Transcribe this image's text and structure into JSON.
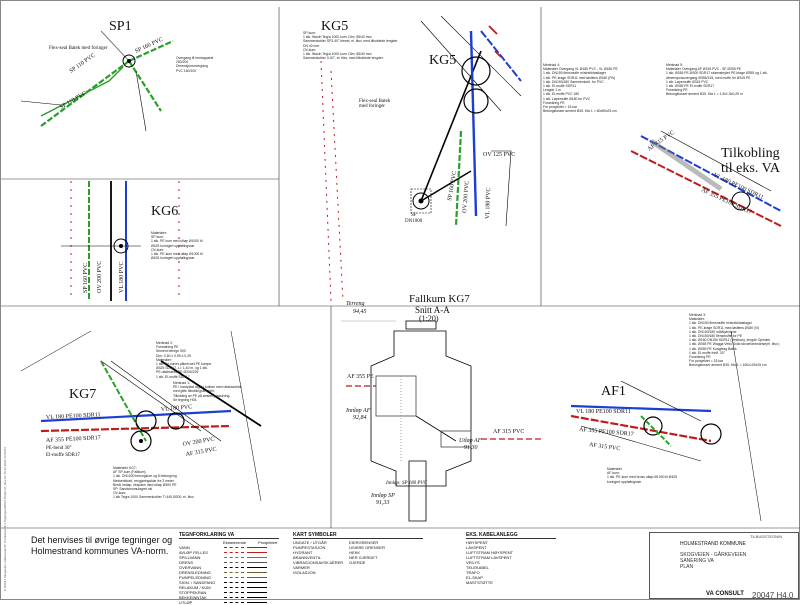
{
  "drawing": {
    "labels": {
      "sp1": "SP1",
      "kg5": "KG5",
      "kg5_inner": "KG5",
      "kg6": "KG6",
      "kg7": "KG7",
      "af1": "AF1",
      "tilkobling": "Tilkobling til eks. VA",
      "fallkum_title": "Fallkum KG7",
      "fallkum_sub1": "Snitt A-A",
      "fallkum_sub2": "(1:20)",
      "terreng": "Terreng",
      "terreng_val": "94,45",
      "innlop_af": "Innløp AF",
      "innlop_af_val": "92,84",
      "innlop_sp": "Innløp SP",
      "innlop_sp_val": "91,33",
      "utlop_af": "Utløp AF",
      "utlop_af_val": "91,30",
      "af355pe": "AF 355 PE",
      "af315pvc": "AF 315 PVC",
      "innlop_sp180": "Innløp: SP 180 PVC",
      "pipe_sp110pvc": "SP 110 PVC",
      "pipe_sp160pvc": "SP 160 PVC",
      "pipe_vl180pvc": "VL 180 PVC",
      "pipe_ov200pvc": "OV 200 PVC",
      "pipe_vl180pe": "VL 180 PE100 SDR11",
      "pipe_af355pe": "AF 355 PE100 SDR17",
      "pipe_af315pvc": "AF 315 PVC",
      "pipe_ov125pvc": "OV 125 PVC",
      "flexseal": "Flex-seal Batek med foringer",
      "sf": "SF",
      "sf_dn": "DN1000",
      "pe_bend": "PE-bend 30°",
      "ei_muffe": "El-muffe SDR17"
    },
    "notes": {
      "sp1_note": [
        "Overgang til hentapparat",
        "250/200",
        "Dimensjonsovergang",
        "PVC 160/100"
      ],
      "kg5_note": [
        "SP-kum:",
        "1 stk. Wavin Tegra 1000 kum. Dim. 85/40 mm.",
        "Sammenkobler SP3-40° bleset, el. tilsv. med tilkoblede lengder.",
        "DN 40 mm.",
        "OV-kum:",
        "1 stk. Wavin Tegra 1000 kum. Dim. 85/40 mm.",
        "Sammenkobler 0-40°, el. tilsv. med tilkoblede lengder."
      ],
      "kg6_note": [
        "Materialer:",
        "SP-kum:",
        "1 stk. PE kum med utløp Ø1000 til",
        "Ø425 koringert uppfølingsrør.",
        "OV-kum:",
        "1 stk. PE-kum med utløp Ø1000 til",
        "Ø425 koringert uppfølingsrør."
      ],
      "kg7_note": [
        "Merknad 2:",
        "Formalning PE",
        "Sement beregn 500",
        "Dim: 0,50 x 0,95 x 0,25",
        "Materialer:",
        "1 stk. Pe-nøvet påkrevnet PE kumpe",
        "Ø325 SDR17, L= 1,40 m, og 1 stk.",
        "PE-uttakskrav PE Ø200/225",
        "1 stk. El-muffe SDR17"
      ],
      "kg7_note2": [
        "Merknad 1:",
        "PE i hardplast laget i kolben med uttakssektor",
        "med gitte tilkoblingslengder.",
        "Tilkobling av PE på ønsket plassering.",
        "Se tegning H04."
      ],
      "top_right_1": [
        "Merknad 4:",
        "Materialer Overgang VL Ø180 PVC - VL Ø180 PE",
        "1 stk. DN150 flensmuffe m/strekkfastlager",
        "1 stk. PE-krage SDR11 med løsflens Ø180 (PN)",
        "1 stk. DN150/180 Sammenkobl. for PVC",
        "1 stk. El-muffe SDR11",
        "Lengde 1 m",
        "1 stk. El-muffe PVC 180",
        "1 stk. Løpemuffe Ø180 for PVC",
        "Forankring PE",
        "For prosjektet = 15 kar",
        "Betongklosser arment B35. Kfa 1 = 60x80x25 cm"
      ],
      "top_right_2": [
        "Merknad 5:",
        "Materialer Overgang AF Ø315 PVC - SF Ø355 PE",
        "1 stk. Ø355 PE-Ø300 SDR17 strømsbrytet PE-krage Ø355 og 1 stk.",
        "dimensjonsovergang Ø355/315, med muffe for Ø315 PE",
        "1 stk. Løpemuffe Ø315 PVC",
        "1 stk. Ø355 PE El-muffe SDR17",
        "Forankring PE",
        "Betongklosser arment B35. Kfa 1 = 1,5x1,5x0,25 m"
      ],
      "af1_note": [
        "Merknad 3:",
        "Materialer:",
        "1 stk. DN150 flensmuffe m/strekkfastlager",
        "1 stk. PE-krage SDR11 med løsflens Ø180 (N)",
        "1 stk. DN150/180 mål/kjør/dyne",
        "1 stk. DN150/180 flensmuffe for PE",
        "1 stk. Ø160 DN150 SDR11 (Vestkan), lengde Opmøre",
        "1 stk. Ø355 PE Wagga Vetlu Solid skrueforbindelse(el. tilsv.)",
        "1 stk. Ø355 PE Kuagelag Batek",
        "1 stk. El-muffe Innlf. 30°",
        "Forankring PE",
        "For prosjektet = 15 kar",
        "Betongklosser arment B35. Kfa 1 = 160x100x25 cm"
      ],
      "af1_materialer": [
        "Materialer",
        "AF-kum:",
        "1 stk. PE-kum med bross utløp Ø1000 til Ø425",
        "koringert uppfølingsrør"
      ],
      "sp_bottom_note": [
        "Materialer KG7:",
        "AF SP-kum (Fallkum):",
        "1 stk. DN1000 betongkum og 8 betongring",
        "Nedsenkbart, rengjøringsklar fra 2 meter",
        "Bredt innløp, ekspans med utløp Ø300 PE",
        "SP: Sandsmumulagret nsl",
        "OV-kum:",
        "1 stk Tegra 1000 Sammenkobler Tl 445 Ø200, el. tilsv."
      ]
    }
  },
  "bottom_note": {
    "line1": "Det henvises til øvrige tegninger og",
    "line2": "Holmestrand kommunes VA-norm."
  },
  "legend_va": {
    "title": "TEGNFORKLARING VA",
    "col_headers": [
      "Eksisterende",
      "Prosjektert"
    ],
    "rows": [
      {
        "label": "VANN",
        "color": "#1d3fd1"
      },
      {
        "label": "AVLØP FELLES",
        "color": "#c21b1b"
      },
      {
        "label": "SPILLVANN",
        "color": "#2aa02a"
      },
      {
        "label": "DRENS",
        "color": "#555555"
      },
      {
        "label": "OVERVANN",
        "color": "#000000"
      },
      {
        "label": "DRENSLEDNING",
        "color": "#7a5a2a"
      },
      {
        "label": "PUMPELEDNING",
        "color": "#8a2be2"
      },
      {
        "label": "SIGN. / SANDFANG",
        "color": "#000000"
      },
      {
        "label": "RELAKUM / KUM",
        "color": "#000000"
      },
      {
        "label": "STOPPEKRAN",
        "color": "#000000"
      },
      {
        "label": "BEKKEINNTAK",
        "color": "#000000"
      },
      {
        "label": "UTLØP",
        "color": "#000000"
      }
    ]
  },
  "legend_kart": {
    "title": "KART SYMBOLER",
    "rows": [
      "UNGATE / UTGÅR",
      "PUMPESTASJON",
      "HYDRANT",
      "BRANNVENTIL",
      "VIBRASJONSAVSKJÆRER",
      "VARMER",
      "ISOLASJON"
    ],
    "rows2": [
      "EIERGRENSER",
      "USIKRE GRENSER",
      "HEKK",
      "NER GJERDET",
      "GJERDE"
    ]
  },
  "legend_kabel": {
    "title": "EKS. KABELANLEGG",
    "rows": [
      "HØYSPENT",
      "LAVSPENT",
      "LUFTSTRAM HØYSPENT",
      "LUFTSTRAM LAVSPENT",
      "VEILYS",
      "TELEKABEL",
      "TRAFO",
      "EL-SKAP",
      "MASTSTØTTE"
    ]
  },
  "title_block": {
    "municipality": "HOLMESTRAND KOMMUNE",
    "project1": "SKOGVEIEN - GÅRKEVEIEN",
    "project2": "SANERING VA",
    "project3": "PLAN",
    "header": "TILBUDSTEGNIN",
    "company": "VA CONSULT",
    "drawing_no": "20047  H4.0"
  },
  "sidebar_text": "P:\\20047 Skogveien, Gårkeveien\\5. Produksjon\\5.1 Tegninger\\20047 Detalj VA_Rev.A1 15.12.2020 13:59:51"
}
